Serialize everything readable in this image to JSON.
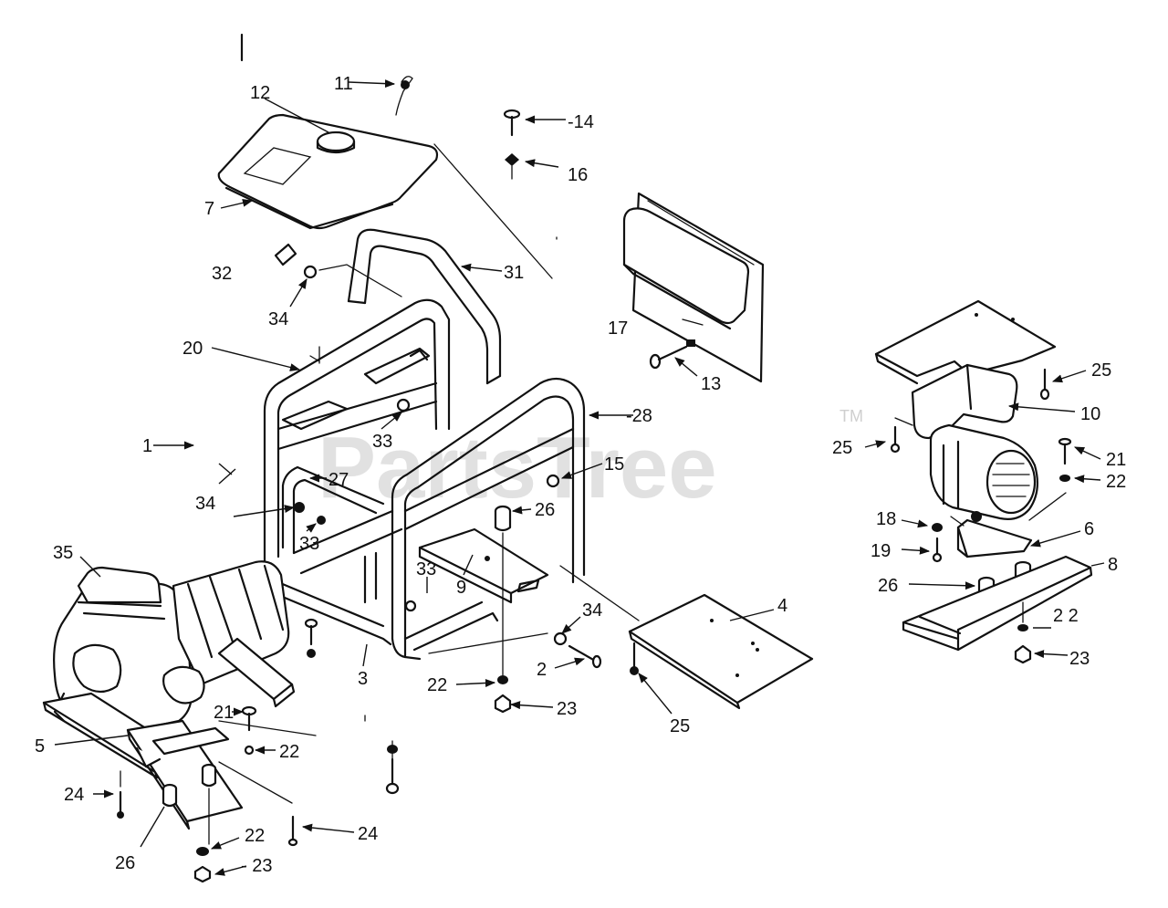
{
  "watermark": {
    "text": "PartsTree",
    "tm": "TM"
  },
  "callouts": [
    {
      "id": "11",
      "label": "11"
    },
    {
      "id": "12",
      "label": "12"
    },
    {
      "id": "14",
      "label": "-14"
    },
    {
      "id": "16",
      "label": "16"
    },
    {
      "id": "7",
      "label": "7"
    },
    {
      "id": "32",
      "label": "32"
    },
    {
      "id": "31",
      "label": "31"
    },
    {
      "id": "34a",
      "label": "34"
    },
    {
      "id": "17",
      "label": "17"
    },
    {
      "id": "13",
      "label": "13"
    },
    {
      "id": "20",
      "label": "20"
    },
    {
      "id": "33a",
      "label": "33"
    },
    {
      "id": "28",
      "label": "-28"
    },
    {
      "id": "1",
      "label": "1"
    },
    {
      "id": "15",
      "label": "15"
    },
    {
      "id": "27",
      "label": "27"
    },
    {
      "id": "26a",
      "label": "26"
    },
    {
      "id": "34b",
      "label": "34"
    },
    {
      "id": "33b",
      "label": "33"
    },
    {
      "id": "35",
      "label": "35"
    },
    {
      "id": "33c",
      "label": "33"
    },
    {
      "id": "9",
      "label": "9"
    },
    {
      "id": "34c",
      "label": "34"
    },
    {
      "id": "4",
      "label": "4"
    },
    {
      "id": "3",
      "label": "3"
    },
    {
      "id": "2",
      "label": "2"
    },
    {
      "id": "22a",
      "label": "22"
    },
    {
      "id": "23a",
      "label": "23"
    },
    {
      "id": "25a",
      "label": "25"
    },
    {
      "id": "21a",
      "label": "21"
    },
    {
      "id": "22b",
      "label": "22"
    },
    {
      "id": "5",
      "label": "5"
    },
    {
      "id": "24a",
      "label": "24"
    },
    {
      "id": "24b",
      "label": "24"
    },
    {
      "id": "22c",
      "label": "22"
    },
    {
      "id": "26b",
      "label": "26"
    },
    {
      "id": "23b",
      "label": "- 23"
    },
    {
      "id": "25b",
      "label": "25"
    },
    {
      "id": "10",
      "label": "10"
    },
    {
      "id": "25c",
      "label": "25"
    },
    {
      "id": "21b",
      "label": "21"
    },
    {
      "id": "22d",
      "label": "22"
    },
    {
      "id": "18",
      "label": "18"
    },
    {
      "id": "6",
      "label": "6"
    },
    {
      "id": "19",
      "label": "19"
    },
    {
      "id": "8",
      "label": "8"
    },
    {
      "id": "26c",
      "label": "26"
    },
    {
      "id": "22e",
      "label": "2 2"
    },
    {
      "id": "23c",
      "label": "23"
    }
  ]
}
